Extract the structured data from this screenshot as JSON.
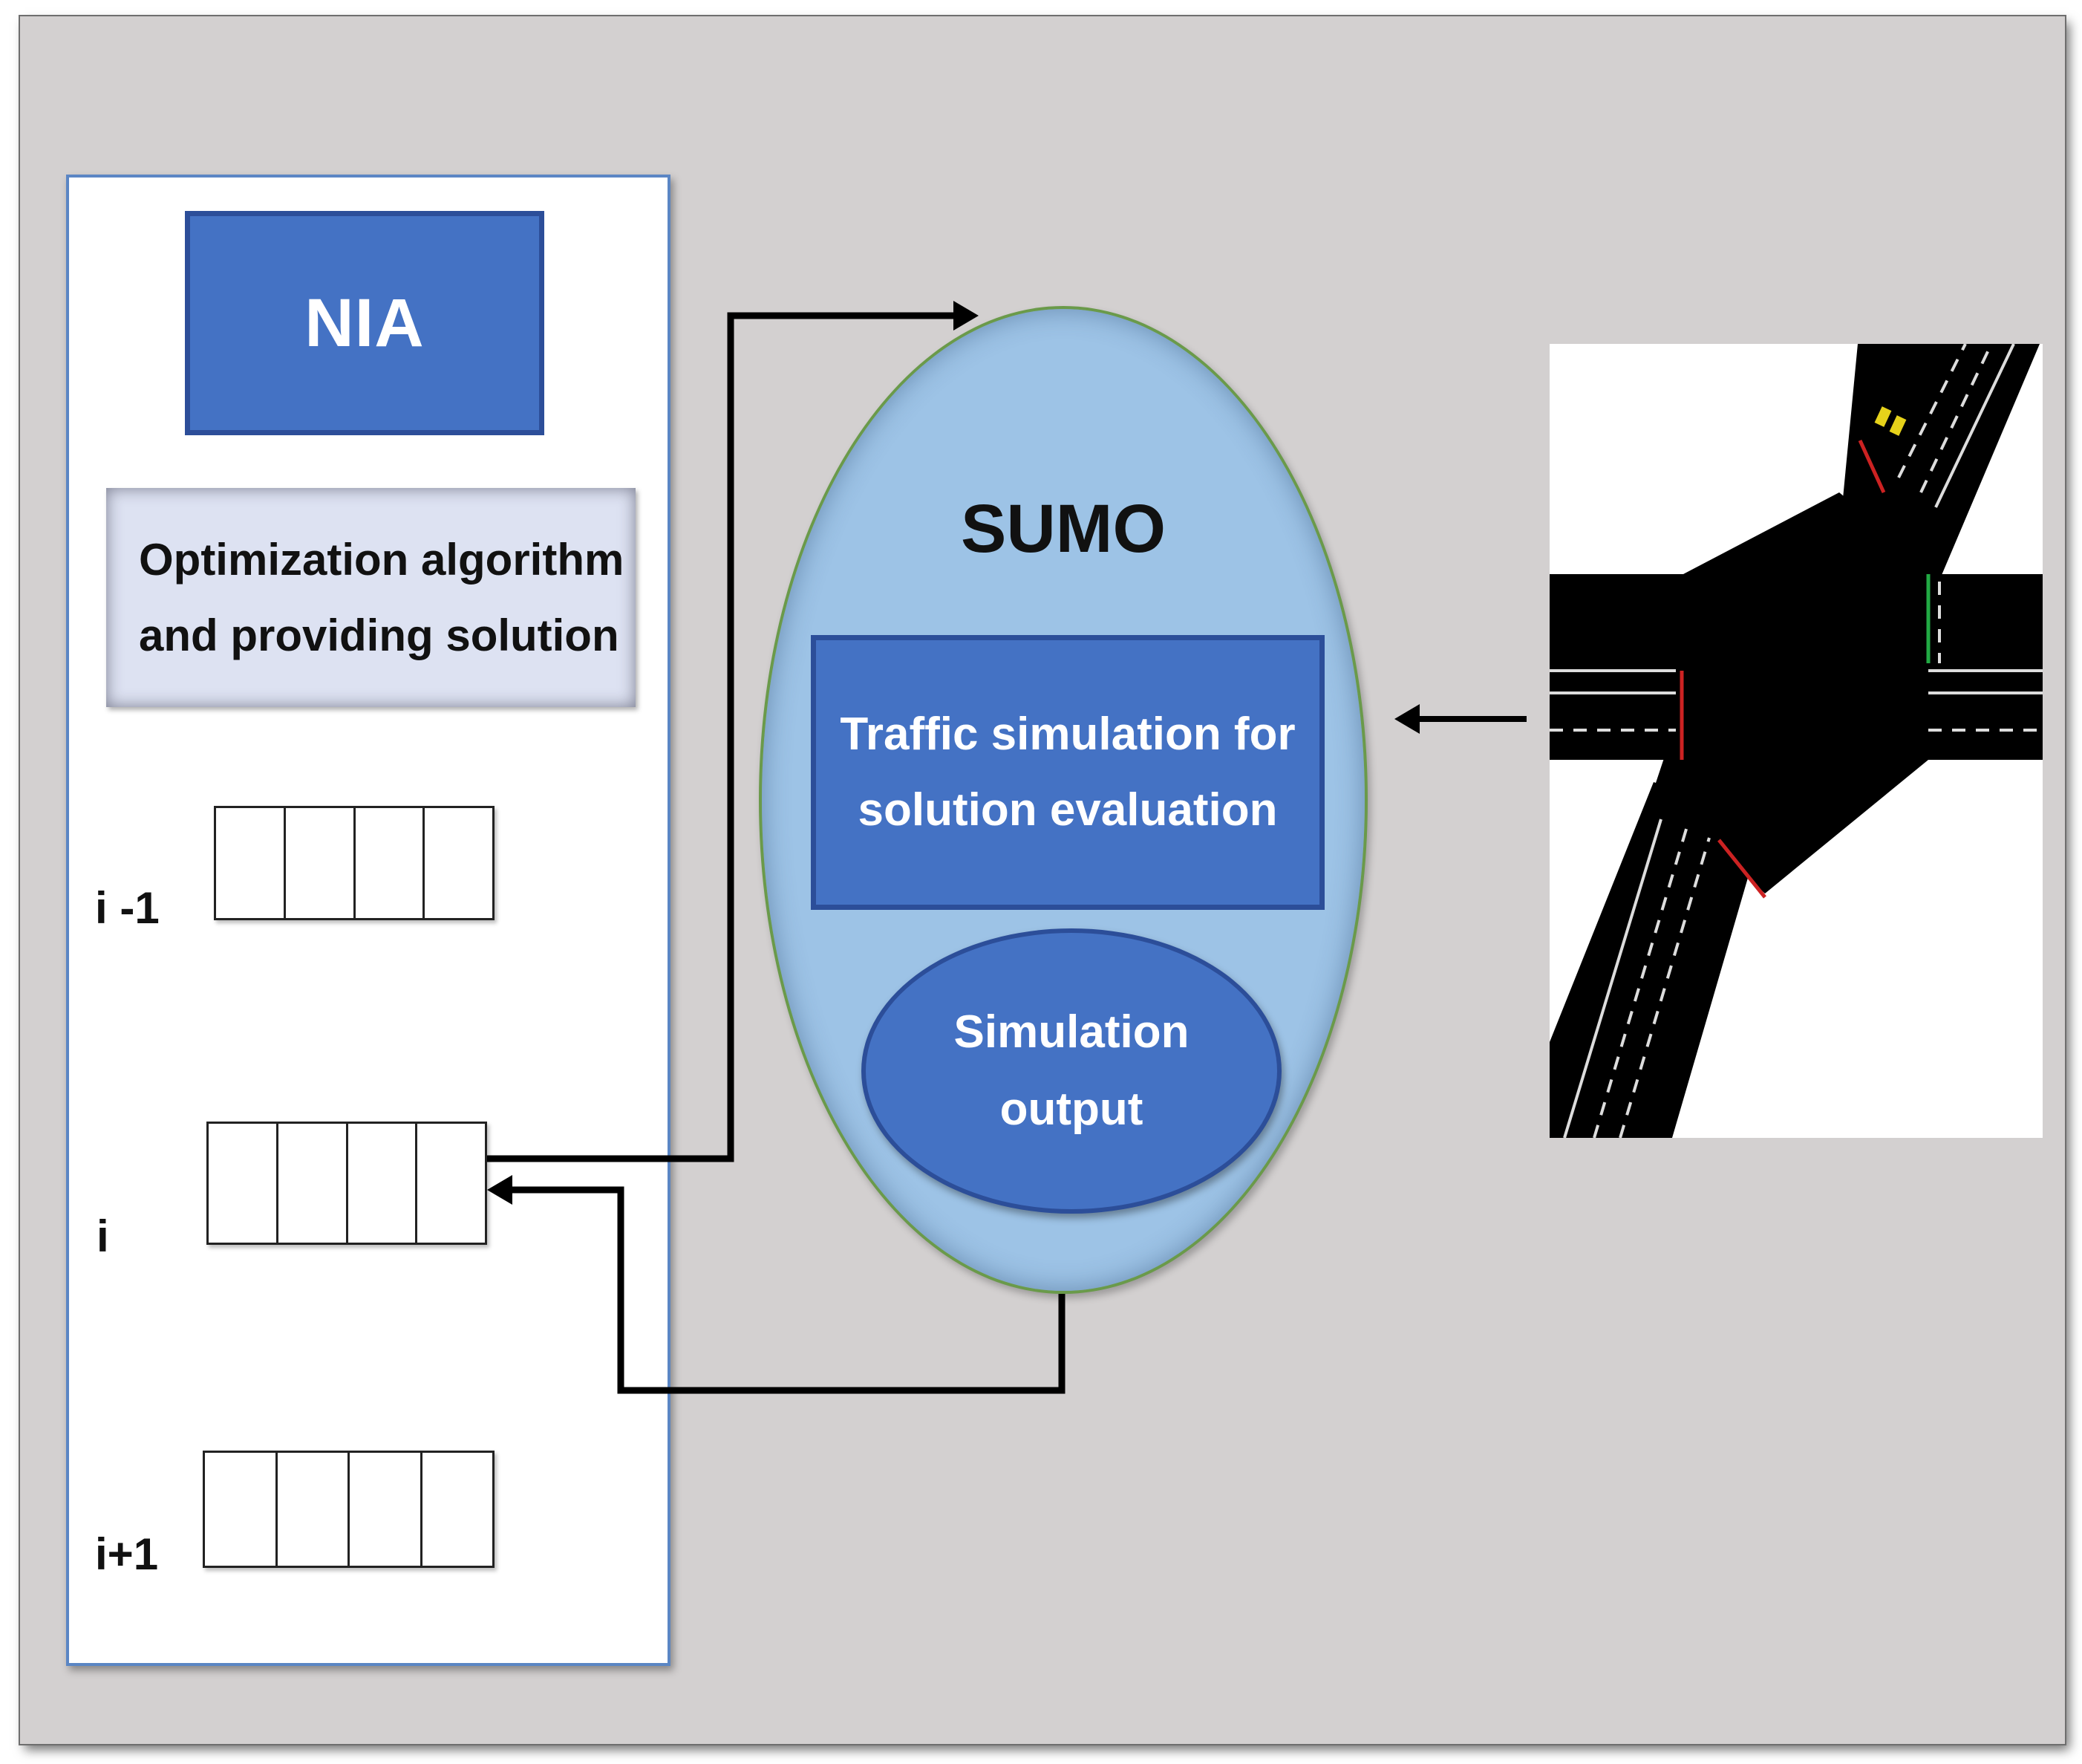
{
  "colors": {
    "frame_background": "#d3d0d0",
    "panel_background": "#ffffff",
    "box_blue": "#4472c4",
    "ellipse_light_blue": "#9dc3e6",
    "arrow": "#000000"
  },
  "nia": {
    "label": "NIA"
  },
  "optimization": {
    "line1": "Optimization algorithm",
    "line2": "and providing solution"
  },
  "solutions": [
    {
      "label": "i -1",
      "cells": 4
    },
    {
      "label": "i",
      "cells": 4
    },
    {
      "label": "i+1",
      "cells": 4
    }
  ],
  "sumo": {
    "title": "SUMO",
    "traffic_line1": "Traffic simulation for",
    "traffic_line2": "solution evaluation",
    "output_line1": "Simulation",
    "output_line2": "output"
  },
  "intersection_icon": "road-intersection-image"
}
